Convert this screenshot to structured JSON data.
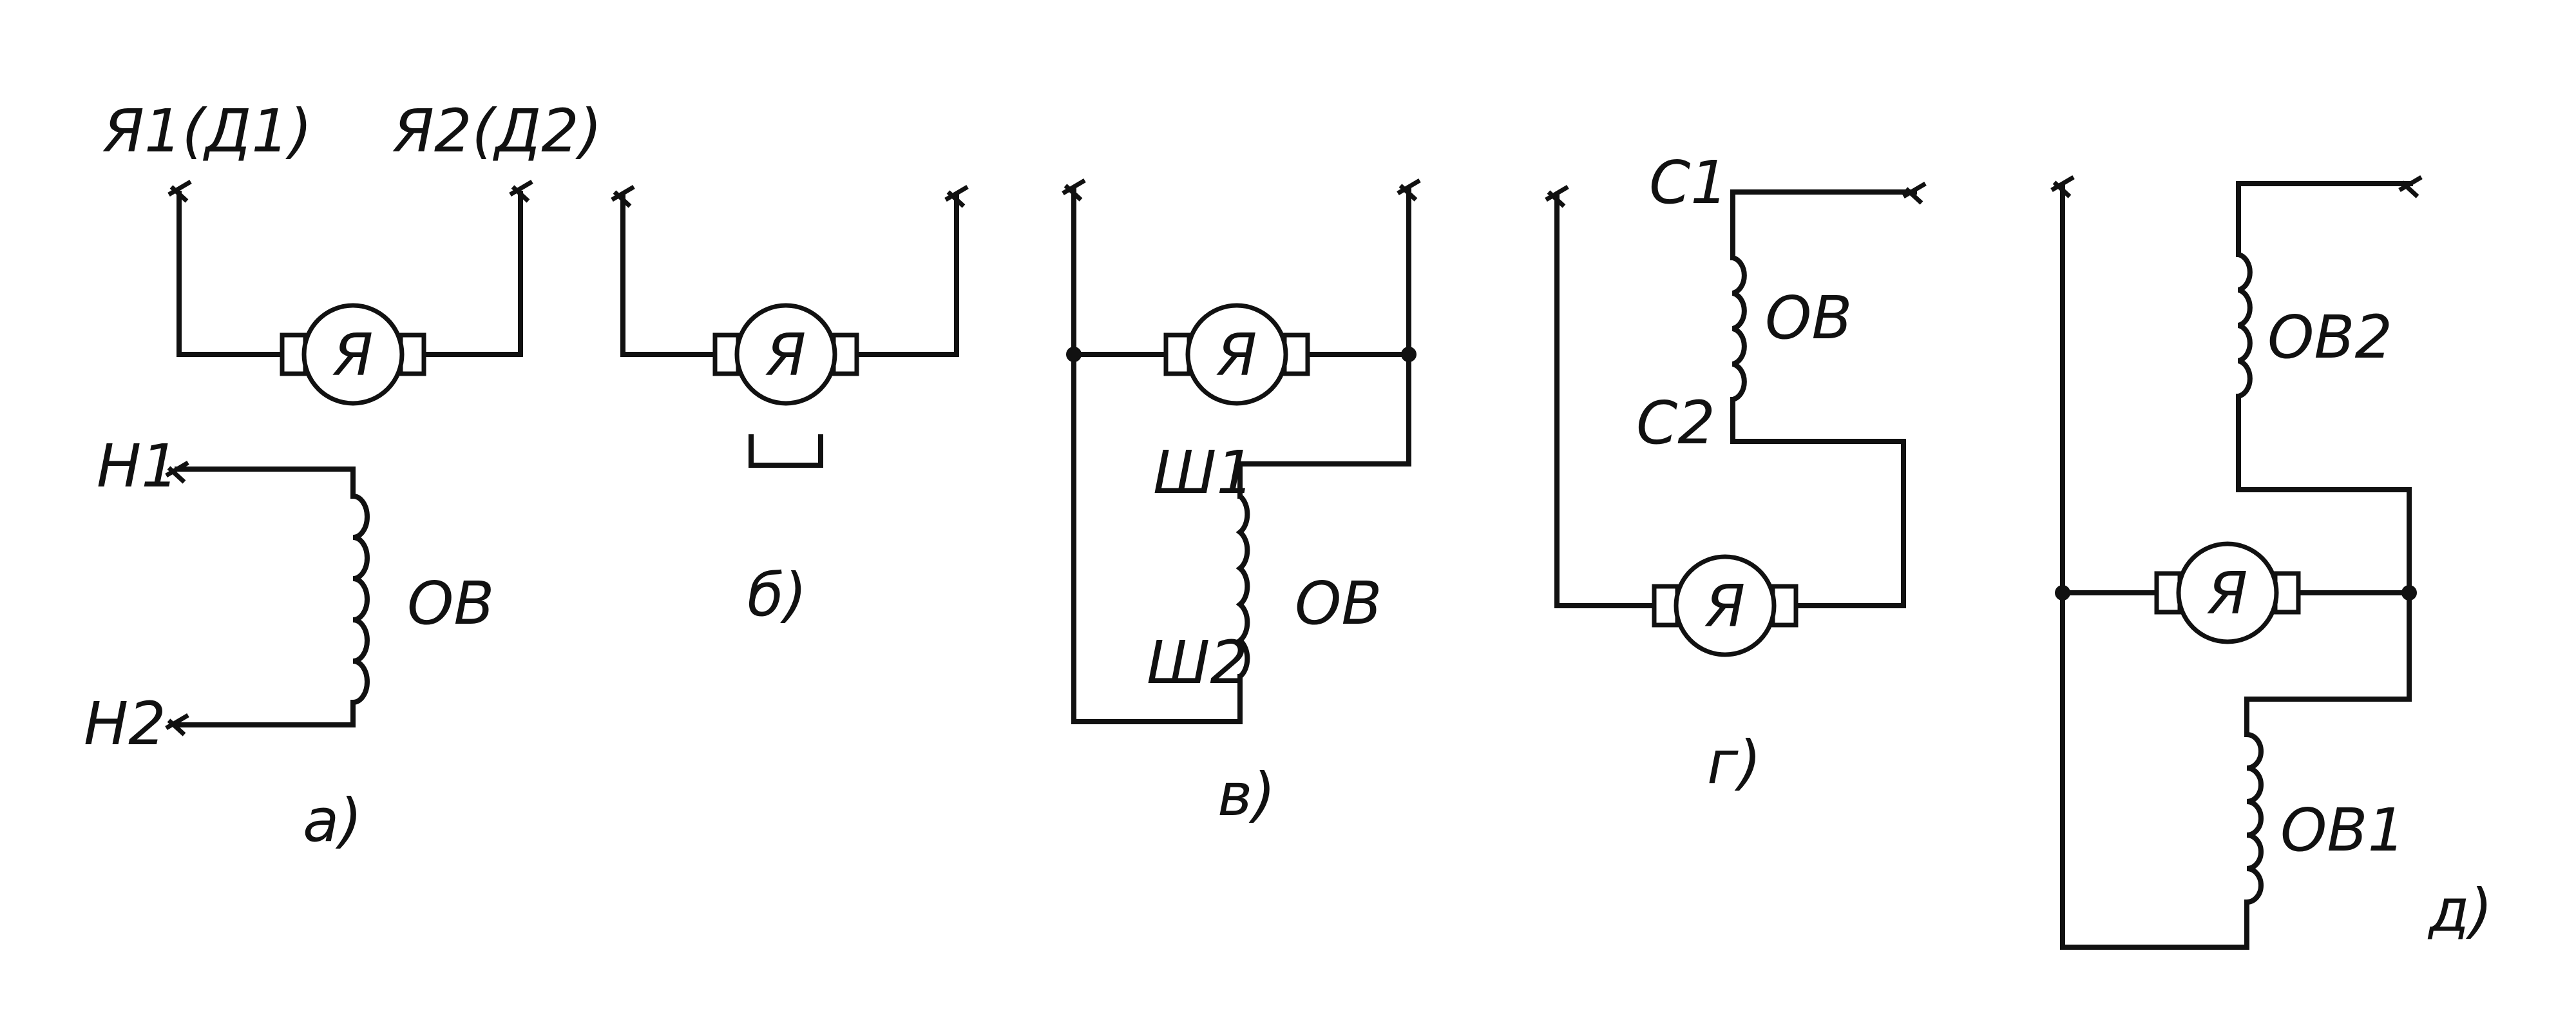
{
  "diagram_a": {
    "armature_letter": "Я",
    "terminal_left": "Я1(Д1)",
    "terminal_right": "Я2(Д2)",
    "field_start": "Н1",
    "field_end": "Н2",
    "winding": "ОВ",
    "caption": "а)"
  },
  "diagram_b": {
    "armature_letter": "Я",
    "caption": "б)"
  },
  "diagram_v": {
    "armature_letter": "Я",
    "field_start": "Ш1",
    "field_end": "Ш2",
    "winding": "ОВ",
    "caption": "в)"
  },
  "diagram_g": {
    "armature_letter": "Я",
    "field_start": "С1",
    "field_end": "С2",
    "winding": "ОВ",
    "caption": "г)"
  },
  "diagram_d": {
    "armature_letter": "Я",
    "series_winding": "ОВ2",
    "shunt_winding": "ОВ1",
    "caption": "д)"
  }
}
